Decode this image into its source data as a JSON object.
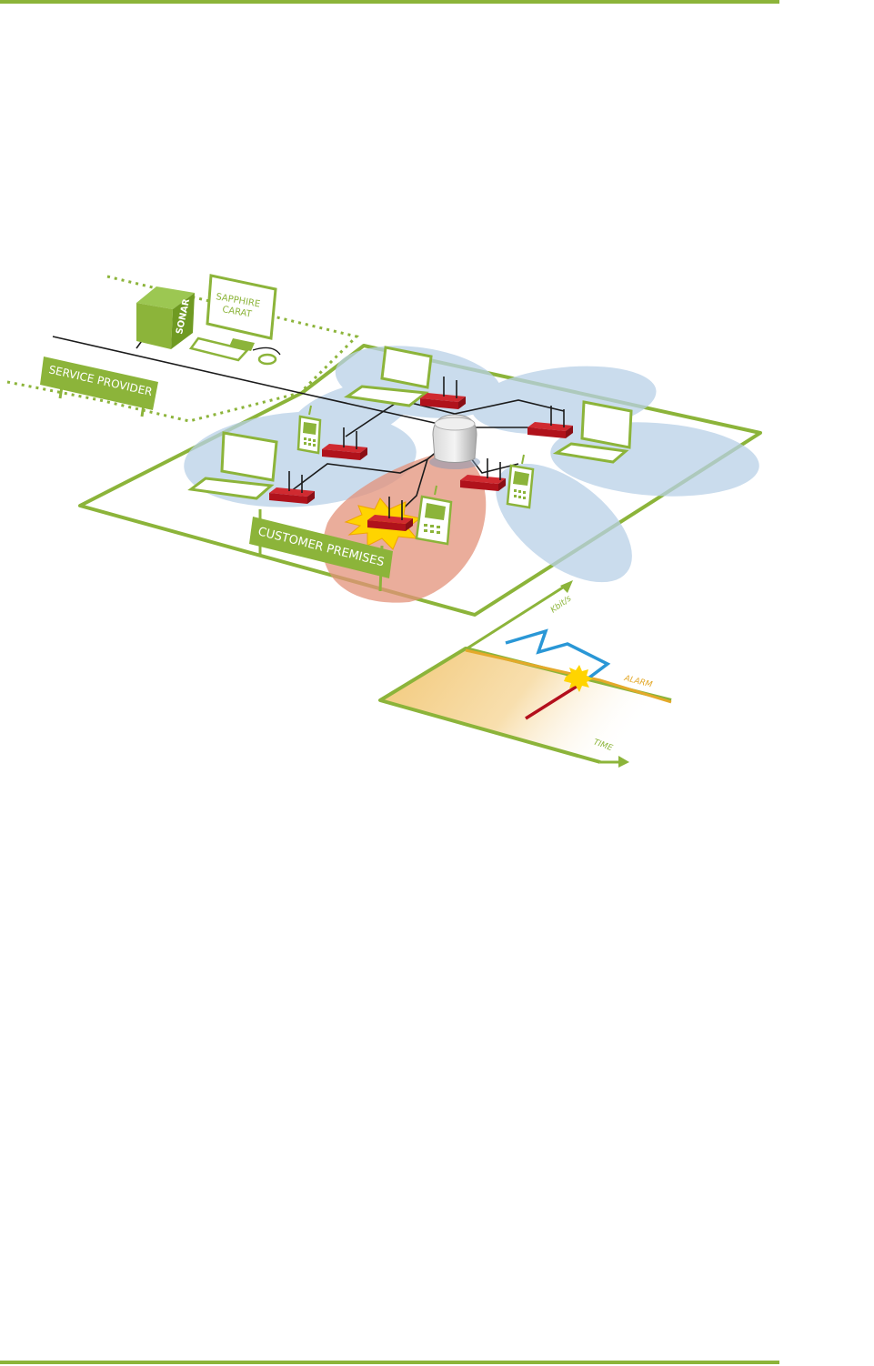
{
  "colors": {
    "green": "#8cb43a",
    "green_dark": "#6f9a22",
    "beam_blue": "#b9d1e8",
    "beam_red": "#e3927a",
    "router_red": "#b0121b",
    "line_blue": "#2a97d6",
    "alarm_orange": "#e4a92a",
    "fault_red": "#b30f1c",
    "burst_yellow": "#ffd400"
  },
  "labels": {
    "sonar": "SONAR",
    "monitor_line1": "SAPPHIRE",
    "monitor_line2": "CARAT",
    "service_provider": "SERVICE PROVIDER",
    "customer_premises": "CUSTOMER PREMISES"
  },
  "graph": {
    "y_axis": "Kbit/s",
    "alarm": "ALARM",
    "x_axis": "TIME"
  },
  "icons": [
    "server-icon",
    "monitor-icon",
    "keyboard-icon",
    "mouse-icon",
    "laptop-icon",
    "router-icon",
    "phone-icon",
    "sensor-dome-icon",
    "alarm-burst-icon"
  ]
}
